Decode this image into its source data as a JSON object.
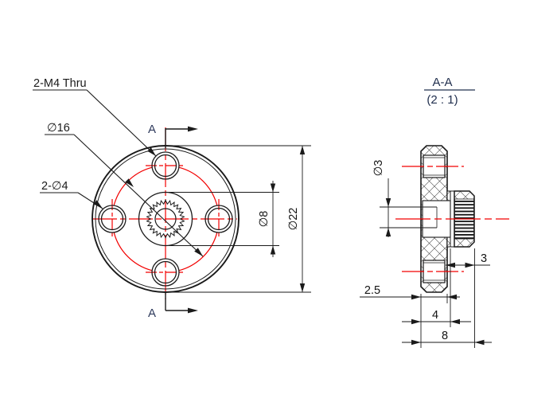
{
  "drawing": {
    "type": "engineering-drawing",
    "part": "servo flange horn",
    "front_view": {
      "labels": {
        "thread_callout": "2-M4  Thru",
        "bolt_circle_dia": "∅16",
        "side_holes_callout": "2-∅4",
        "hub_dia": "∅8",
        "flange_dia": "∅22"
      },
      "section_marker_top": "A",
      "section_marker_bottom": "A"
    },
    "section_view": {
      "title": "A-A",
      "scale": "(2 : 1)",
      "dims": {
        "center_hole_dia": "∅3",
        "hub_stickout": "3",
        "plate_thickness": "2.5",
        "boss_depth": "4",
        "overall_width": "8"
      }
    },
    "colors": {
      "line": "#1a1a1a",
      "centerline_red": "#f20000",
      "marker_text": "#2e3a5c",
      "background": "#ffffff"
    }
  }
}
